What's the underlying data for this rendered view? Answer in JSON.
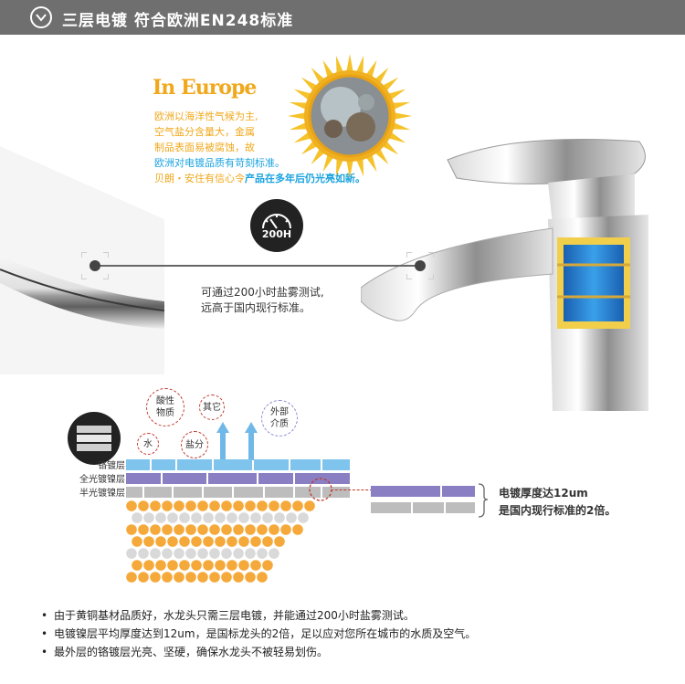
{
  "header": {
    "title": "三层电镀 符合欧洲EN248标准",
    "badge_icon": "chevron-down-icon"
  },
  "europe": {
    "title": "In Europe",
    "lines": [
      "欧洲以海洋性气候为主,",
      "空气盐分含量大，金属",
      "制品表面易被腐蚀，故",
      "欧洲对电镀品质有苛刻标准。"
    ],
    "last_line_normal": "贝朗・安住有信心令",
    "last_line_emph": "产品在多年后仍光亮如新。"
  },
  "salt_test": {
    "dial_label": "200H",
    "dial_icon": "gauge-icon",
    "lines": [
      "可通过200小时盐雾测试,",
      "远高于国内现行标准。"
    ]
  },
  "layers": {
    "icon": "layers-icon",
    "labels": [
      "铬镀层",
      "全光镀镍层",
      "半光镀镍层"
    ],
    "bubbles": {
      "acid": [
        "酸性",
        "物质"
      ],
      "other": "其它",
      "water": "水",
      "salt": "盐分",
      "external": [
        "外部",
        "介质"
      ]
    },
    "thickness_lines": [
      "电镀厚度达12um",
      "是国内现行标准的2倍。"
    ]
  },
  "bullets": [
    "由于黄铜基材品质好，水龙头只需三层电镀，并能通过200小时盐雾测试。",
    "电镀镍层平均厚度达到12um，是国标龙头的2倍，足以应对您所在城市的水质及空气。",
    "最外层的铬镀层光亮、坚硬，确保水龙头不被轻易划伤。"
  ],
  "colors": {
    "header_bg": "#6f6f6f",
    "gold": "#f0a81c",
    "blue": "#1aa3df",
    "chrome_layer": "#7fc4ec",
    "bright_nickel": "#8b7fc4",
    "semi_nickel": "#bdbdbd",
    "brass_dot": "#f5a93a"
  }
}
